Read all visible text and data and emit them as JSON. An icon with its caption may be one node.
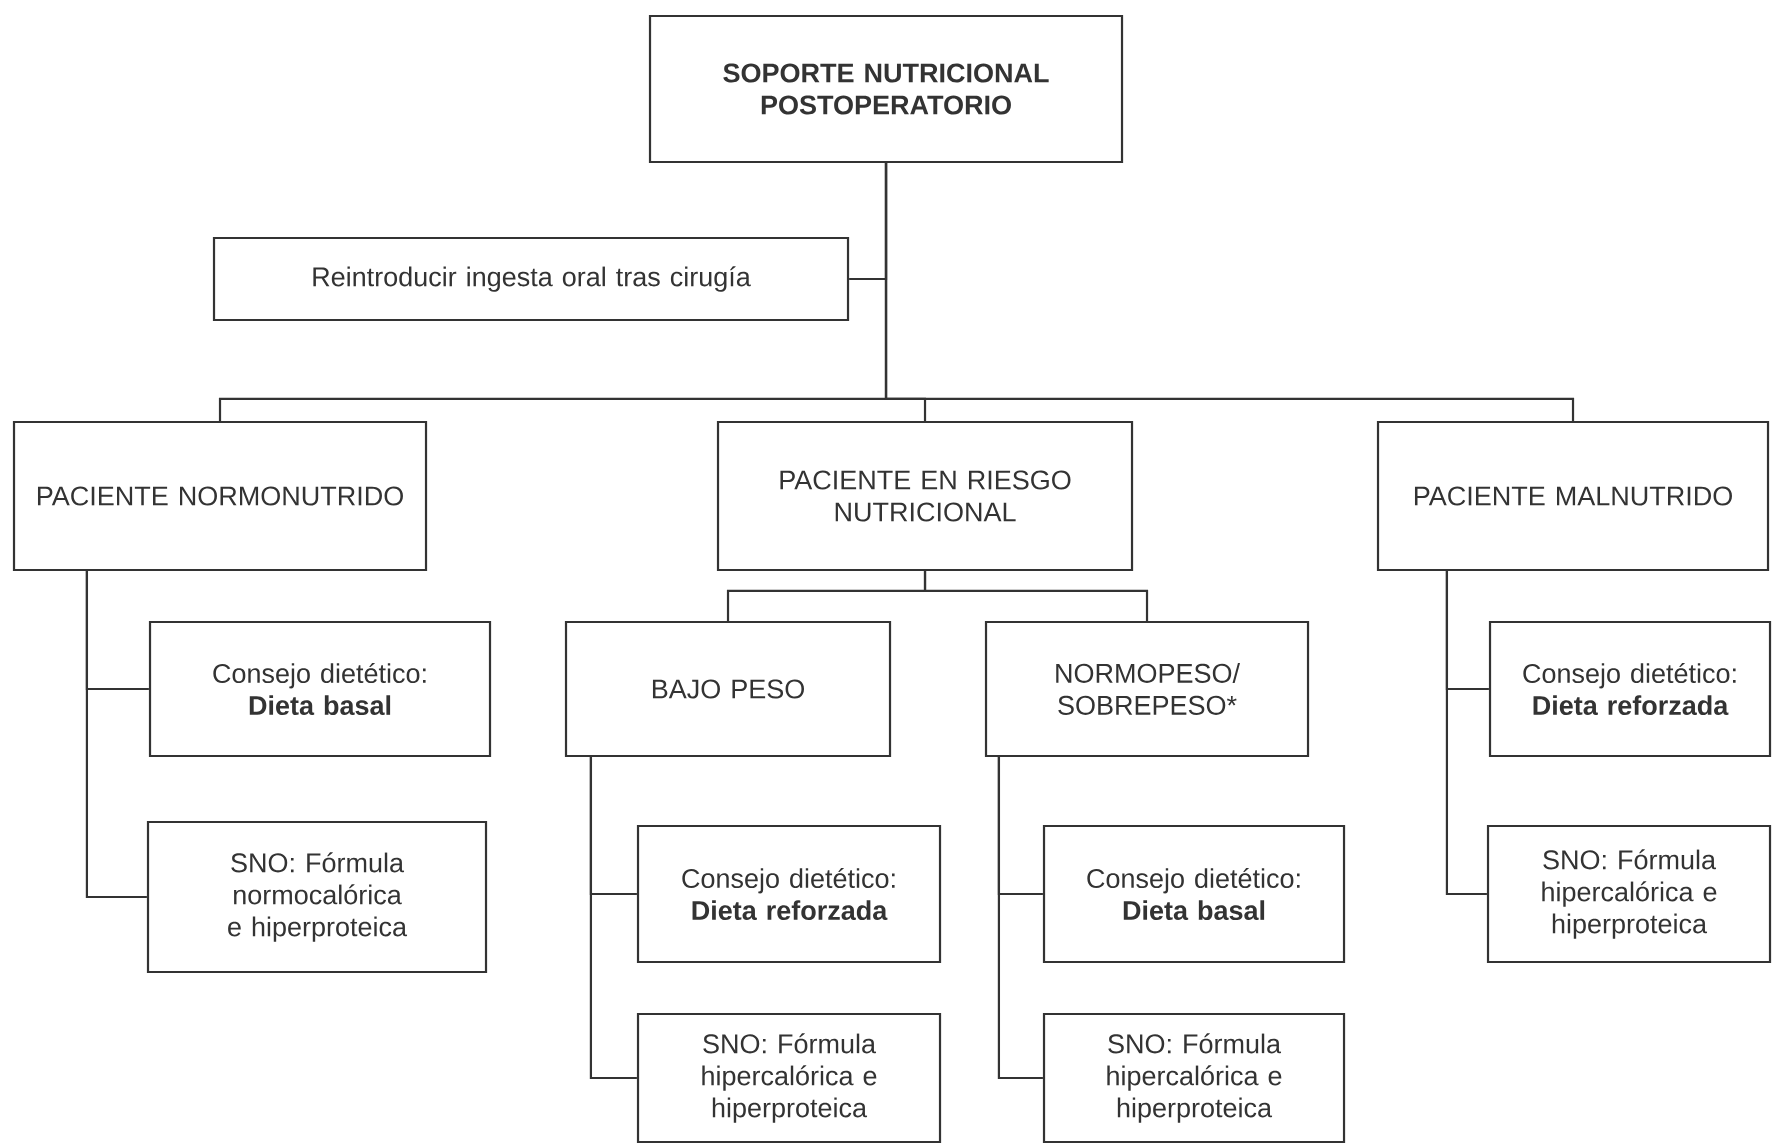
{
  "diagram": {
    "nodes": [
      {
        "text": [
          "SOPORTE NUTRICIONAL POSTOPERATORIO"
        ]
      },
      {
        "text": [
          "Reintroducir ingesta oral tras cirugía"
        ]
      },
      {
        "text": [
          "PACIENTE NORMONUTRIDO"
        ]
      },
      {
        "text": [
          "PACIENTE EN RIESGO NUTRICIONAL"
        ]
      },
      {
        "text": [
          "PACIENTE MALNUTRIDO"
        ]
      },
      {
        "text": [
          "Consejo dietético:",
          "Dieta basal"
        ]
      },
      {
        "text": [
          "SNO: Fórmula normocalórica e hiperproteica"
        ]
      },
      {
        "text": [
          "BAJO PESO"
        ]
      },
      {
        "text": [
          "NORMOPESO/ SOBREPESO*"
        ]
      },
      {
        "text": [
          "Consejo dietético:",
          "Dieta reforzada"
        ]
      },
      {
        "text": [
          "SNO: Fórmula hipercalórica e hiperproteica"
        ]
      },
      {
        "text": [
          "Consejo dietético:",
          "Dieta basal"
        ]
      },
      {
        "text": [
          "SNO: Fórmula hipercalórica e hiperproteica"
        ]
      },
      {
        "text": [
          "Consejo dietético:",
          "Dieta reforzada"
        ]
      },
      {
        "text": [
          "SNO: Fórmula hipercalórica e hiperproteica"
        ]
      }
    ],
    "edges": [
      {
        "from": 0,
        "to": 1,
        "arrow": "none"
      },
      {
        "from": 0,
        "to": 2,
        "arrow": "none"
      },
      {
        "from": 0,
        "to": 3,
        "arrow": "none"
      },
      {
        "from": 0,
        "to": 4,
        "arrow": "none"
      },
      {
        "from": 2,
        "to": 5,
        "arrow": "none"
      },
      {
        "from": 2,
        "to": 6,
        "arrow": "none"
      },
      {
        "from": 3,
        "to": 7,
        "arrow": "none"
      },
      {
        "from": 3,
        "to": 8,
        "arrow": "none"
      },
      {
        "from": 7,
        "to": 9,
        "arrow": "none"
      },
      {
        "from": 7,
        "to": 10,
        "arrow": "none"
      },
      {
        "from": 8,
        "to": 11,
        "arrow": "none"
      },
      {
        "from": 8,
        "to": 12,
        "arrow": "none"
      },
      {
        "from": 4,
        "to": 13,
        "arrow": "none"
      },
      {
        "from": 4,
        "to": 14,
        "arrow": "none"
      }
    ]
  }
}
